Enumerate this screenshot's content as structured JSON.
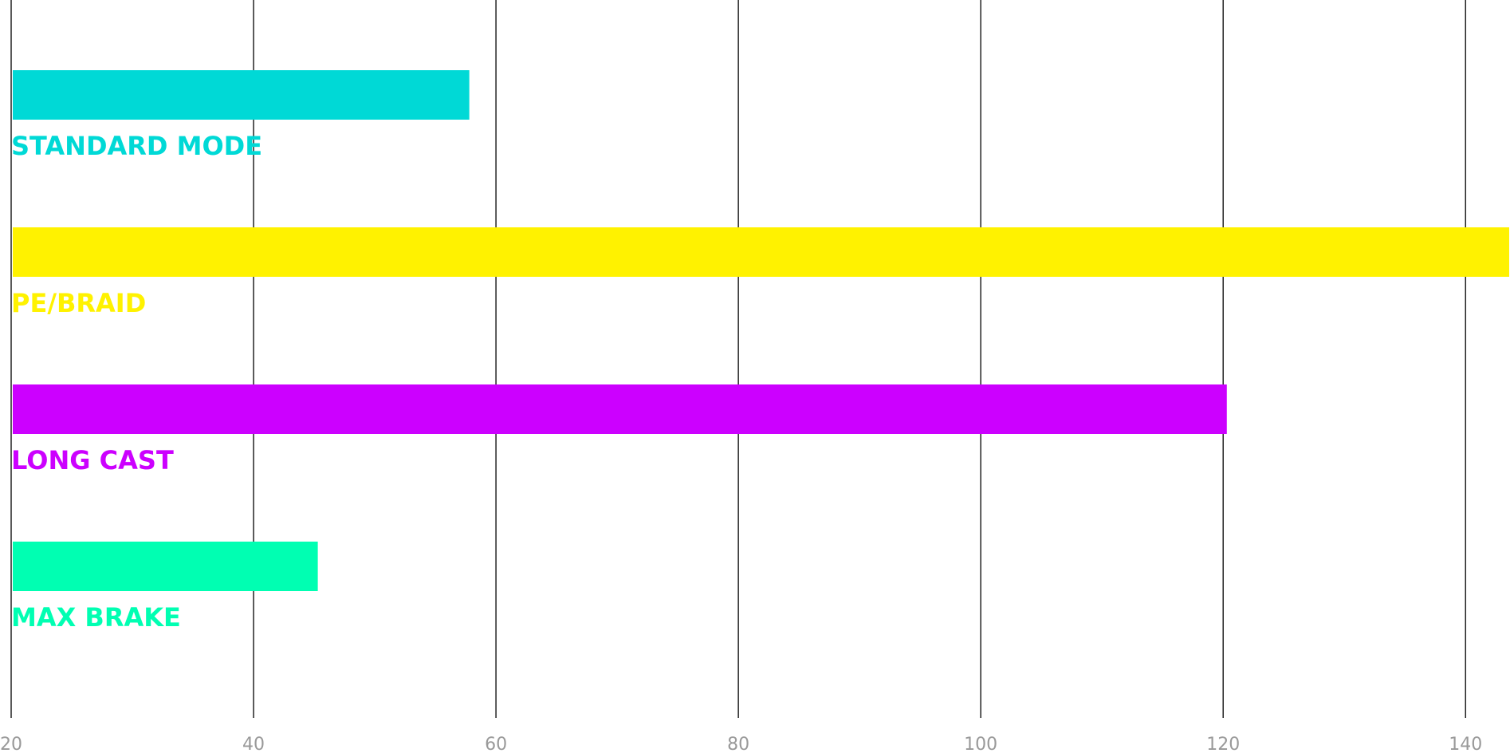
{
  "chart_data": {
    "type": "bar",
    "orientation": "horizontal",
    "categories": [
      "STANDARD MODE",
      "PE/BRAID",
      "LONG CAST",
      "MAX BRAKE"
    ],
    "values": [
      57.8,
      143.6,
      120.3,
      45.3
    ],
    "colors": [
      "#00d9d6",
      "#fff200",
      "#cc00ff",
      "#00ffb2"
    ],
    "x_ticks": [
      "20",
      "40",
      "60",
      "80",
      "100",
      "120",
      "140"
    ],
    "xlim": [
      20,
      143.6
    ],
    "title": "",
    "xlabel": "",
    "ylabel": "",
    "grid": true,
    "gridline_color": "#222222",
    "tick_label_color": "#999999"
  }
}
